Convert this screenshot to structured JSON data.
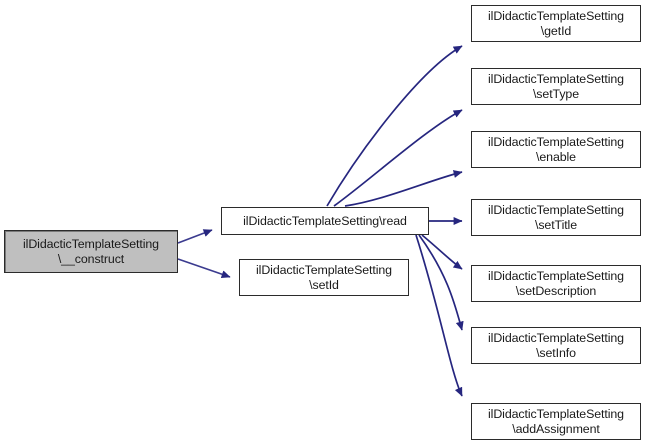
{
  "graph": {
    "type": "call-graph",
    "direction": "left-to-right",
    "background": "#ffffff",
    "edge_color": "#26267f",
    "node_border_color": "#2b2b2b",
    "node_fill": "#ffffff",
    "highlight_fill": "#bfbfbf"
  },
  "nodes": {
    "construct": {
      "line1": "ilDidacticTemplateSetting",
      "line2": "\\__construct",
      "highlighted": true
    },
    "read": {
      "line1": "ilDidacticTemplateSetting\\read",
      "line2": "",
      "highlighted": false
    },
    "setId": {
      "line1": "ilDidacticTemplateSetting",
      "line2": "\\setId",
      "highlighted": false
    },
    "getId": {
      "line1": "ilDidacticTemplateSetting",
      "line2": "\\getId",
      "highlighted": false
    },
    "setType": {
      "line1": "ilDidacticTemplateSetting",
      "line2": "\\setType",
      "highlighted": false
    },
    "enable": {
      "line1": "ilDidacticTemplateSetting",
      "line2": "\\enable",
      "highlighted": false
    },
    "setTitle": {
      "line1": "ilDidacticTemplateSetting",
      "line2": "\\setTitle",
      "highlighted": false
    },
    "setDescription": {
      "line1": "ilDidacticTemplateSetting",
      "line2": "\\setDescription",
      "highlighted": false
    },
    "setInfo": {
      "line1": "ilDidacticTemplateSetting",
      "line2": "\\setInfo",
      "highlighted": false
    },
    "addAssignment": {
      "line1": "ilDidacticTemplateSetting",
      "line2": "\\addAssignment",
      "highlighted": false
    }
  },
  "edges": [
    {
      "from": "construct",
      "to": "read"
    },
    {
      "from": "construct",
      "to": "setId"
    },
    {
      "from": "read",
      "to": "getId"
    },
    {
      "from": "read",
      "to": "setType"
    },
    {
      "from": "read",
      "to": "enable"
    },
    {
      "from": "read",
      "to": "setTitle"
    },
    {
      "from": "read",
      "to": "setDescription"
    },
    {
      "from": "read",
      "to": "setInfo"
    },
    {
      "from": "read",
      "to": "addAssignment"
    }
  ]
}
